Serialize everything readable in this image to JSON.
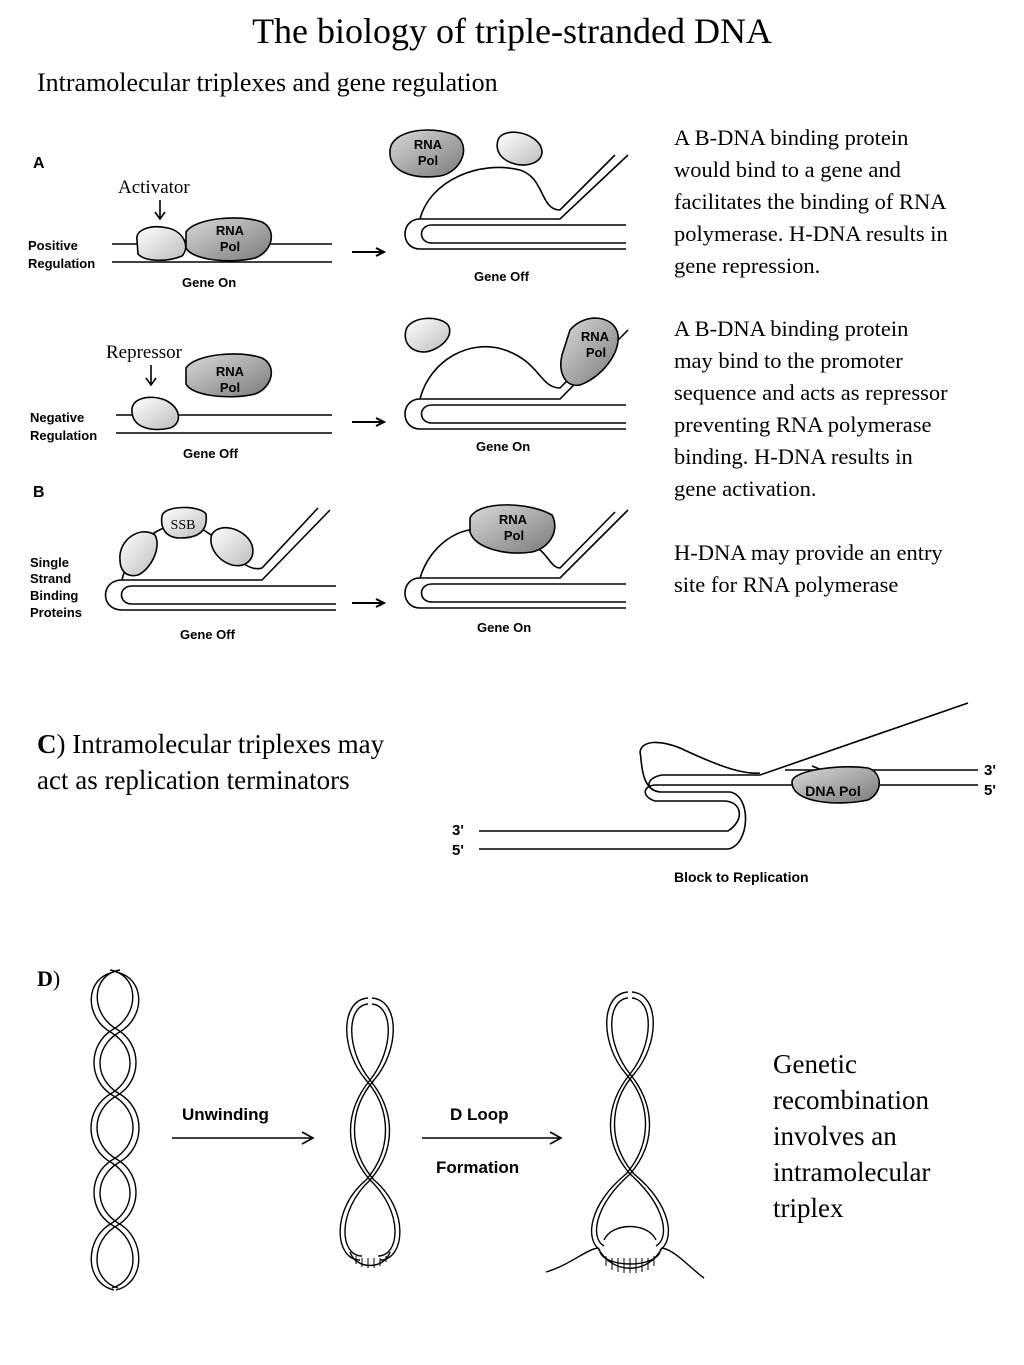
{
  "title": "The biology of triple-stranded DNA",
  "subtitle": "Intramolecular triplexes and gene regulation",
  "panel_a": {
    "letter": "A",
    "positive_regulation": [
      "Positive",
      "Regulation"
    ],
    "negative_regulation": [
      "Negative",
      "Regulation"
    ],
    "activator": "Activator",
    "repressor": "Repressor",
    "rna_pol": [
      "RNA",
      "Pol"
    ],
    "gene_on": "Gene On",
    "gene_off": "Gene Off"
  },
  "panel_b": {
    "letter": "B",
    "row_label": [
      "Single",
      "Strand",
      "Binding",
      "Proteins"
    ],
    "ssb": "SSB"
  },
  "notes": {
    "positive": [
      "A B-DNA binding protein",
      "would bind to a gene and",
      "facilitates the binding of RNA",
      "polymerase. H-DNA results in",
      "gene repression."
    ],
    "negative": [
      "A B-DNA binding protein",
      "may bind to the promoter",
      "sequence and acts as repressor",
      "preventing RNA polymerase",
      "binding. H-DNA results in",
      "gene activation."
    ],
    "entry": [
      "H-DNA may provide an entry",
      "site for RNA polymerase"
    ]
  },
  "panel_c": {
    "letter": "C",
    "text": ") Intramolecular triplexes may act as replication terminators",
    "dna_pol": "DNA Pol",
    "three_prime": "3'",
    "five_prime": "5'",
    "caption": "Block to Replication"
  },
  "panel_d": {
    "letter": "D",
    "paren": ")",
    "unwinding": "Unwinding",
    "d_loop": "D Loop",
    "formation": "Formation",
    "text": [
      "Genetic",
      "recombination",
      "involves an",
      "intramolecular",
      "triplex"
    ]
  }
}
